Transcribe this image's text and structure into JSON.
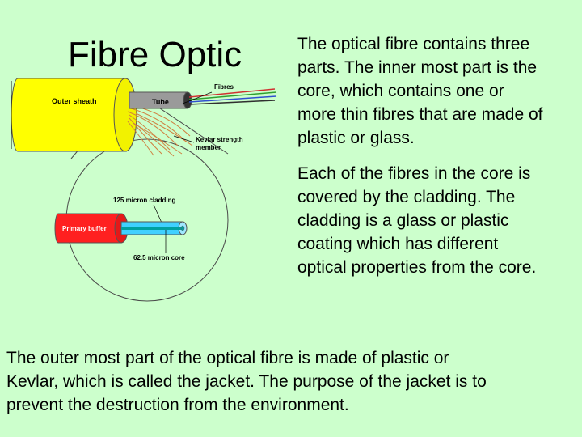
{
  "slide": {
    "title": "Fibre Optic",
    "paragraph1": "The optical fibre contains three parts. The inner most part is the core, which contains one or more thin fibres that are made of plastic or glass.",
    "paragraph2": "Each of the fibres in the core is covered by the cladding. The cladding is a glass or plastic coating which has different optical properties from the core.",
    "paragraph3": "The outer most part of the optical fibre is made of plastic or Kevlar, which is called the jacket. The purpose of the jacket is to prevent the destruction from the environment."
  },
  "diagram": {
    "labels": {
      "outer_sheath": "Outer sheath",
      "tube": "Tube",
      "fibres": "Fibres",
      "kevlar_line1": "Kevlar strength",
      "kevlar_line2": "member",
      "cladding": "125 micron cladding",
      "primary_buffer": "Primary buffer",
      "core": "62.5 micron core"
    },
    "colors": {
      "sheath": "#ffff00",
      "buffer": "#ff2020",
      "cladding": "#40d0ff",
      "core": "#00a0a0",
      "kevlar": "#d08040",
      "tube": "#9a9a9a"
    }
  }
}
